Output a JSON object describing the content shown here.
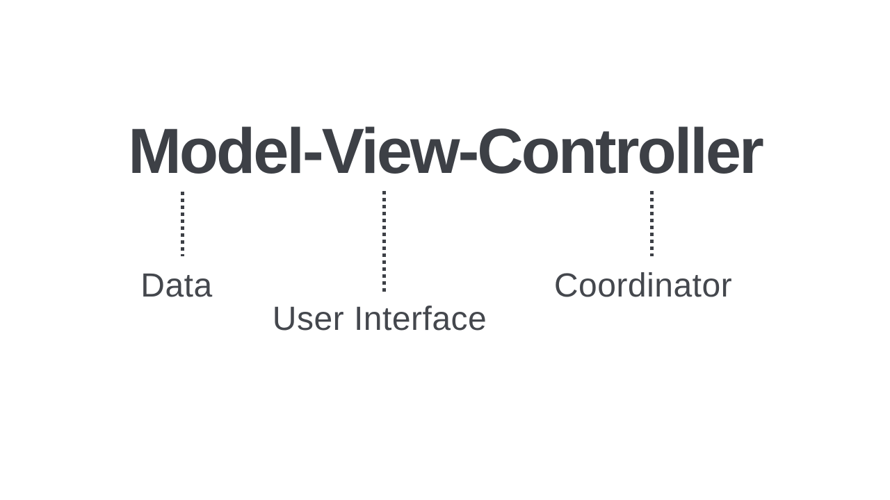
{
  "diagram": {
    "title": "Model-View-Controller",
    "annotations": [
      {
        "term": "Model",
        "label": "Data"
      },
      {
        "term": "View",
        "label": "User Interface"
      },
      {
        "term": "Controller",
        "label": "Coordinator"
      }
    ]
  },
  "colors": {
    "text": "#3d4046",
    "label": "#44474d",
    "background": "#ffffff"
  }
}
